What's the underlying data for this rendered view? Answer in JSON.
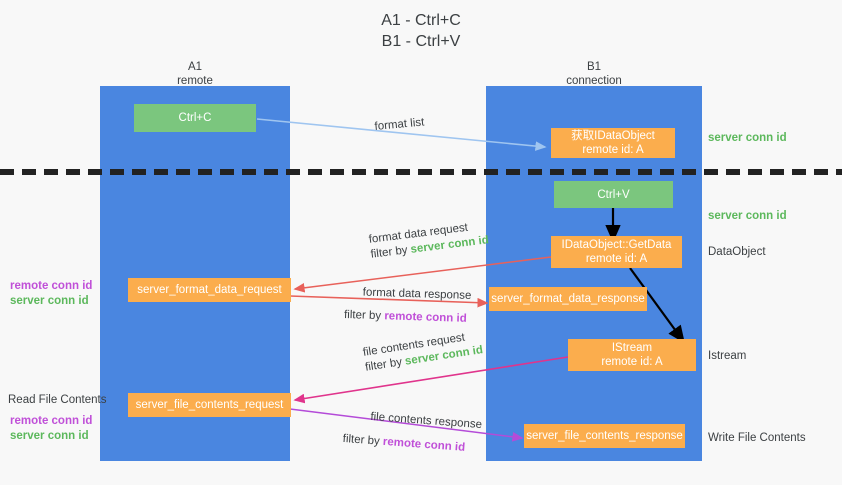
{
  "title": {
    "line1": "A1 - Ctrl+C",
    "line2": "B1 - Ctrl+V"
  },
  "colors": {
    "lane": "#4a86e0",
    "green_box": "#7bc67e",
    "orange_box": "#fbad4d",
    "server_conn_id": "#5cb85c",
    "remote_conn_id": "#c050d8",
    "arrow_blue": "#9fc5f0",
    "arrow_red": "#e8615a",
    "arrow_magenta": "#e0348c",
    "arrow_purple": "#b44bd8",
    "arrow_black": "#000000",
    "text": "#3c4043"
  },
  "columns": [
    {
      "name": "A1",
      "sub": "remote"
    },
    {
      "name": "B1",
      "sub": "connection"
    }
  ],
  "nodes": {
    "ctrl_c": "Ctrl+C",
    "ctrl_v": "Ctrl+V",
    "idataobject": {
      "line1": "获取IDataObject",
      "line2": "remote id: A"
    },
    "getdata": {
      "line1": "IDataObject::GetData",
      "line2": "remote id: A"
    },
    "istream": {
      "line1": "IStream",
      "line2": "remote id: A"
    },
    "server_format_data_request": "server_format_data_request",
    "server_format_data_response": "server_format_data_response",
    "server_file_contents_request": "server_file_contents_request",
    "server_file_contents_response": "server_file_contents_response"
  },
  "side_labels": {
    "server_conn_id_top": "server conn id",
    "server_conn_id_mid": "server conn id",
    "dataobject": "DataObject",
    "istream": "Istream",
    "write_file_contents": "Write File Contents"
  },
  "left_labels": {
    "read_file_contents": "Read File Contents",
    "remote_conn_id_1": "remote conn id",
    "server_conn_id_1": "server conn id",
    "remote_conn_id_2": "remote conn id",
    "server_conn_id_2": "server conn id"
  },
  "edge_labels": {
    "format_list": "format list",
    "format_data_request": "format data request",
    "format_data_request_filter_prefix": "filter by ",
    "format_data_request_filter_value": "server conn id",
    "format_data_response": "format data response",
    "format_data_response_filter_prefix": "filter by ",
    "format_data_response_filter_value": "remote conn id",
    "file_contents_request": "file contents request",
    "file_contents_request_filter_prefix": "filter by ",
    "file_contents_request_filter_value": "server conn id",
    "file_contents_response": "file contents response",
    "file_contents_response_filter_prefix": "filter by ",
    "file_contents_response_filter_value": "remote conn id"
  },
  "chart_data": {
    "type": "diagram",
    "title": "A1 - Ctrl+C / B1 - Ctrl+V",
    "lanes": [
      "A1 remote",
      "B1 connection"
    ],
    "messages": [
      {
        "label": "format list",
        "from": "A1",
        "to": "B1",
        "color": "#9fc5f0"
      },
      {
        "label": "format data request",
        "filter": "server conn id",
        "from": "B1",
        "to": "A1",
        "color": "#e8615a"
      },
      {
        "label": "format data response",
        "filter": "remote conn id",
        "from": "A1",
        "to": "B1",
        "color": "#e8615a"
      },
      {
        "label": "file contents request",
        "filter": "server conn id",
        "from": "B1",
        "to": "A1",
        "color": "#e0348c"
      },
      {
        "label": "file contents response",
        "filter": "remote conn id",
        "from": "A1",
        "to": "B1",
        "color": "#b44bd8"
      }
    ]
  }
}
